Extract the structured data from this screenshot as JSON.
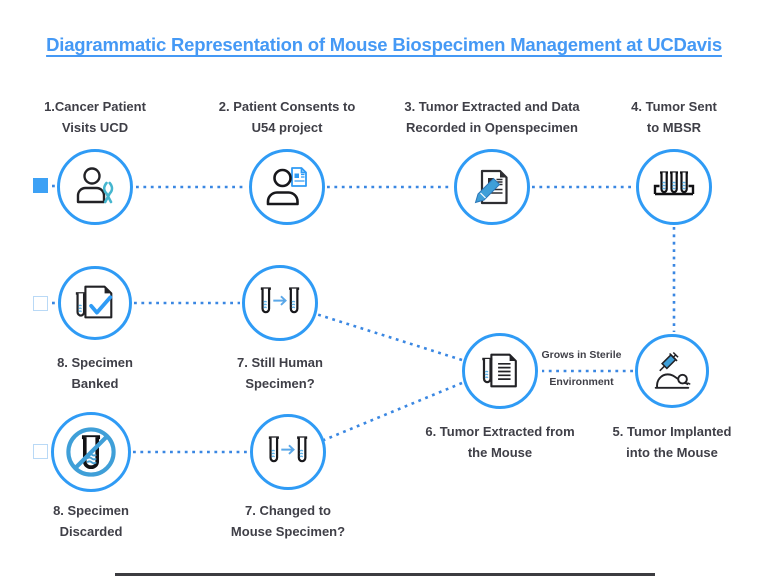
{
  "title": "Diagrammatic Representation of Mouse Biospecimen Management at UCDavis",
  "colors": {
    "accent_blue": "#2f9bf5",
    "title_blue": "#4599f5",
    "dotted_line_blue": "#3a87e2",
    "text_dark": "#3f3f47",
    "ribbon_teal": "#45b6cf",
    "legend_outline_blue": "#b9d9f6"
  },
  "nodes": {
    "step1": {
      "label": "1.Cancer Patient\nVisits UCD",
      "icon": "patient-ribbon-icon"
    },
    "step2": {
      "label": "2. Patient Consents to\nU54 project",
      "icon": "person-consent-document-icon"
    },
    "step3": {
      "label": "3. Tumor Extracted and Data\nRecorded in Openspecimen",
      "icon": "pen-writing-document-icon"
    },
    "step4": {
      "label": "4. Tumor Sent\nto MBSR",
      "icon": "test-tube-rack-icon"
    },
    "step5": {
      "label": "5. Tumor Implanted\ninto the Mouse",
      "icon": "syringe-mouse-icon"
    },
    "step6": {
      "label": "6. Tumor Extracted from\nthe Mouse",
      "icon": "test-tube-report-icon"
    },
    "step7_human": {
      "label": "7. Still Human\nSpecimen?",
      "icon": "tube-to-tube-arrow-icon"
    },
    "step8_banked": {
      "label": "8. Specimen\nBanked",
      "icon": "tube-check-document-icon"
    },
    "step7_mouse": {
      "label": "7. Changed to\nMouse Specimen?",
      "icon": "tube-to-tube-arrow-icon"
    },
    "step8_discarded": {
      "label": "8. Specimen\nDiscarded",
      "icon": "tube-prohibited-icon"
    }
  },
  "edge_label": {
    "line1": "Grows in Sterile",
    "line2": "Environment"
  },
  "legend_markers": [
    {
      "style": "filled"
    },
    {
      "style": "outlined"
    },
    {
      "style": "outlined"
    }
  ],
  "connections": [
    {
      "from": "step1",
      "to": "step2"
    },
    {
      "from": "step2",
      "to": "step3"
    },
    {
      "from": "step3",
      "to": "step4"
    },
    {
      "from": "step4",
      "to": "step5"
    },
    {
      "from": "step5",
      "to": "step6",
      "label": "Grows in Sterile Environment"
    },
    {
      "from": "step6",
      "to": "step7_human"
    },
    {
      "from": "step6",
      "to": "step7_mouse"
    },
    {
      "from": "step7_human",
      "to": "step8_banked"
    },
    {
      "from": "step7_mouse",
      "to": "step8_discarded"
    }
  ]
}
